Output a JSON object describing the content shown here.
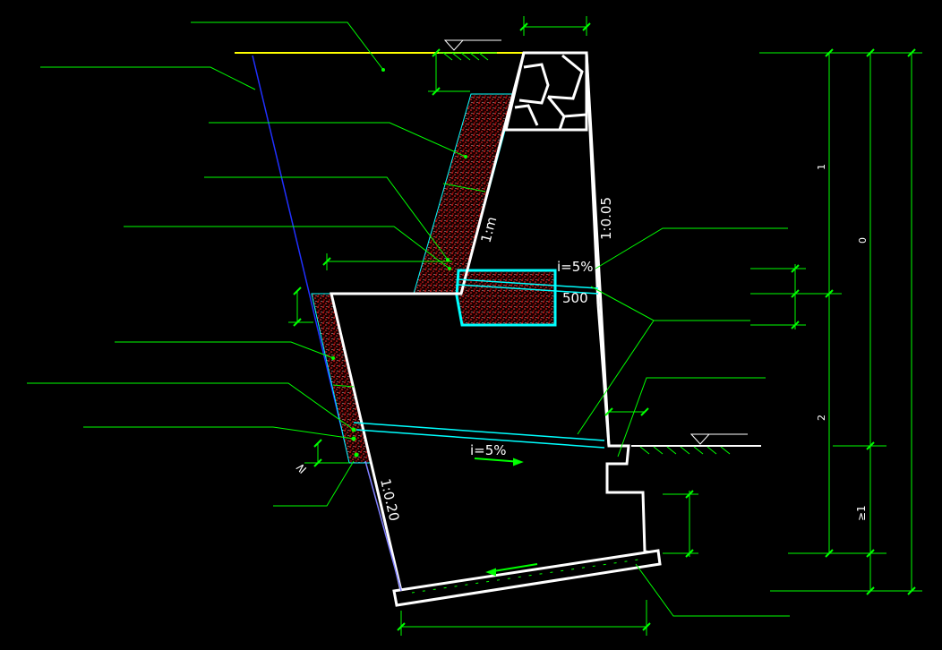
{
  "colors": {
    "background": "#000000",
    "structure": "#ffffff",
    "leader": "#00ff00",
    "ground": "#ffff00",
    "pipe": "#00ffff",
    "backfill": "#ff2020",
    "back_slope": "#2030ff"
  },
  "labels": {
    "slope_top": "1:m",
    "slope_face": "1:0.05",
    "slope_toe": "1:0.20",
    "drain_top": "i=5%",
    "drain_bottom": "i=5%",
    "drain_width": "500",
    "dim_h0": "0",
    "dim_h1": "1",
    "dim_h2": "2",
    "dim_ge_left": "≥",
    "dim_ge_right": "≥1"
  }
}
